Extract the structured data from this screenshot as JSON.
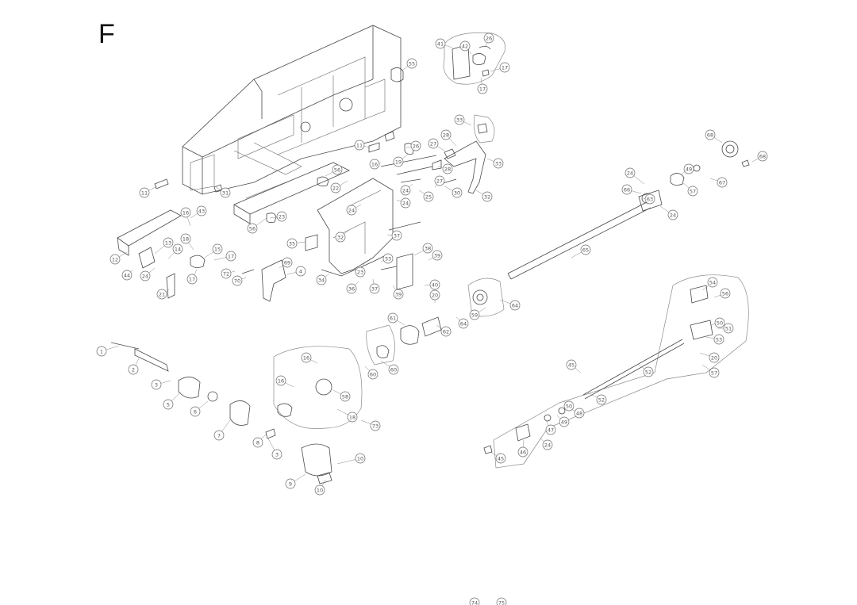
{
  "section_letter": "F",
  "callouts": [
    "1",
    "2",
    "3",
    "3",
    "4",
    "5",
    "6",
    "7",
    "8",
    "9",
    "10",
    "10",
    "11",
    "11",
    "12",
    "13",
    "14",
    "15",
    "16",
    "16",
    "16",
    "16",
    "17",
    "17",
    "17",
    "17",
    "18",
    "18",
    "19",
    "20",
    "20",
    "21",
    "22",
    "23",
    "23",
    "24",
    "24",
    "24",
    "24",
    "24",
    "24",
    "24",
    "25",
    "26",
    "26",
    "27",
    "27",
    "28",
    "28",
    "30",
    "31",
    "32",
    "32",
    "33",
    "33",
    "33",
    "34",
    "35",
    "36",
    "37",
    "37",
    "38",
    "39",
    "39",
    "40",
    "41",
    "42",
    "43",
    "44",
    "45",
    "45",
    "46",
    "47",
    "48",
    "49",
    "49",
    "50",
    "50",
    "51",
    "52",
    "52",
    "53",
    "54",
    "55",
    "56",
    "56",
    "56",
    "57",
    "57",
    "58",
    "59",
    "60",
    "60",
    "61",
    "62",
    "63",
    "64",
    "64",
    "65",
    "66",
    "67",
    "68",
    "68",
    "69",
    "70",
    "72",
    "73",
    "74",
    "75"
  ],
  "colors": {
    "line": "#4a4a4a",
    "callout_text": "#555555",
    "background": "#ffffff"
  }
}
